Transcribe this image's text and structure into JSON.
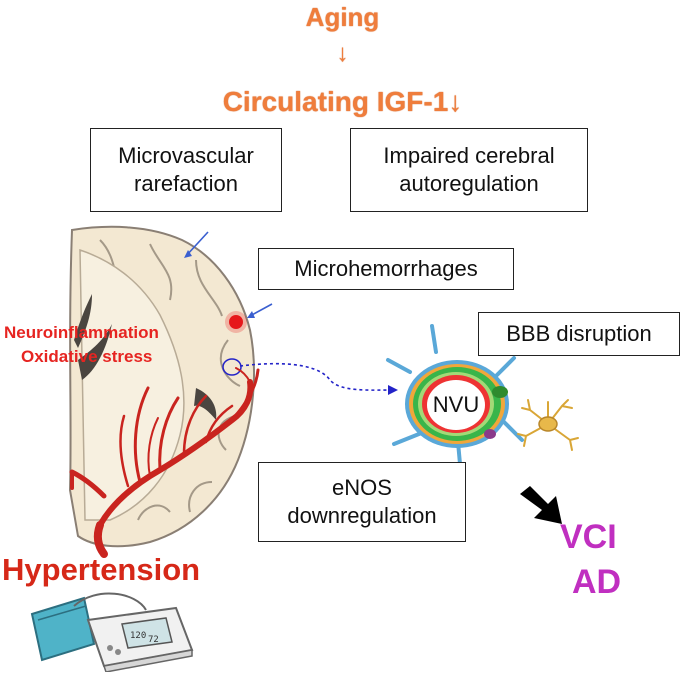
{
  "titles": {
    "aging": "Aging",
    "arrow_glyph": "↓",
    "circulating_igf": "Circulating IGF-1↓"
  },
  "boxes": {
    "microvascular": [
      "Microvascular",
      "rarefaction"
    ],
    "autoregulation": [
      "Impaired cerebral",
      "autoregulation"
    ],
    "microhemorrhages": "Microhemorrhages",
    "bbb": "BBB disruption",
    "enos": [
      "eNOS",
      "downregulation"
    ]
  },
  "labels": {
    "neuroinflammation": "Neuroinflammation",
    "oxidative": "Oxidative stress",
    "hypertension": "Hypertension",
    "nvu": "NVU",
    "vci": "VCI",
    "ad": "AD"
  },
  "colors": {
    "orange": "#ef7d3c",
    "red": "#e62421",
    "purple": "#c02fc0",
    "vessel": "#c9241f",
    "brain_fill": "#f3e8d2",
    "brain_outline": "#8a7f74",
    "blue_arrow": "#3a5fd0",
    "astrocyte_blue": "#5aa8d8"
  },
  "icons": {
    "down_arrow": "down-arrow-icon",
    "brain": "brain-section-icon",
    "nvu": "neurovascular-unit-icon",
    "neuron": "neuron-icon",
    "big_arrow": "black-arrow-icon",
    "bp_monitor": "blood-pressure-monitor-icon"
  }
}
